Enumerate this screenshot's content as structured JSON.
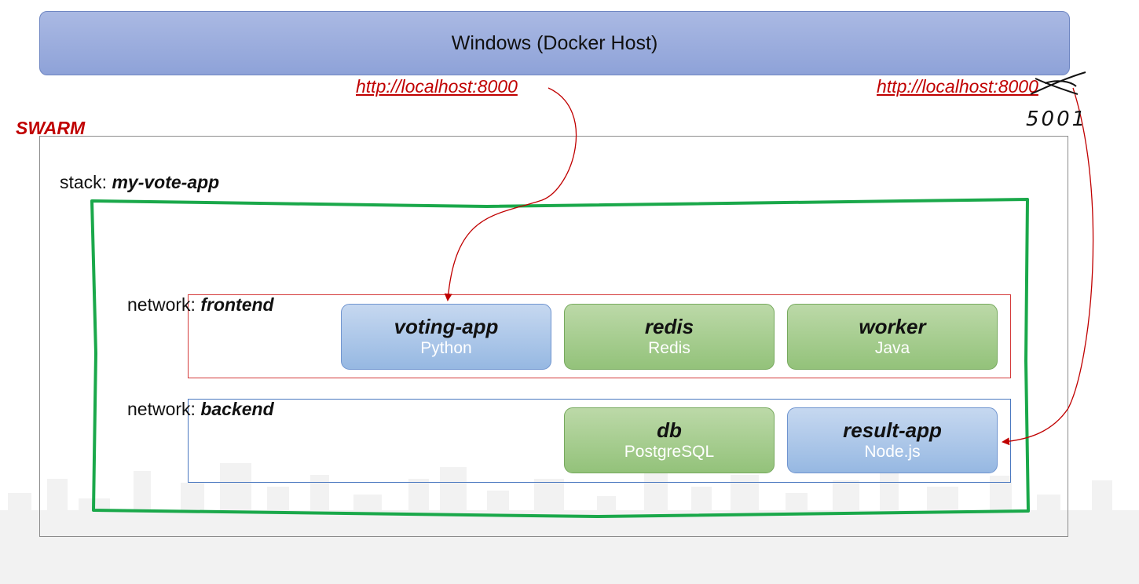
{
  "host": {
    "title": "Windows (Docker Host)"
  },
  "urls": {
    "left": "http://localhost:8000",
    "right": "http://localhost:8000"
  },
  "handwritten_note": "5001",
  "swarm": {
    "label": "SWARM"
  },
  "stack": {
    "prefix": "stack:",
    "name": "my-vote-app"
  },
  "networks": {
    "frontend": {
      "prefix": "network:",
      "name": "frontend"
    },
    "backend": {
      "prefix": "network:",
      "name": "backend"
    }
  },
  "services": {
    "voting_app": {
      "name": "voting-app",
      "tech": "Python"
    },
    "redis": {
      "name": "redis",
      "tech": "Redis"
    },
    "worker": {
      "name": "worker",
      "tech": "Java"
    },
    "db": {
      "name": "db",
      "tech": "PostgreSQL"
    },
    "result_app": {
      "name": "result-app",
      "tech": "Node.js"
    }
  },
  "colors": {
    "url_red": "#c00000",
    "stack_green": "#1aa84a",
    "service_blue": "#96b8e2",
    "service_green": "#93c27a",
    "frontend_border": "#d43a3a",
    "backend_border": "#4a78c0"
  }
}
